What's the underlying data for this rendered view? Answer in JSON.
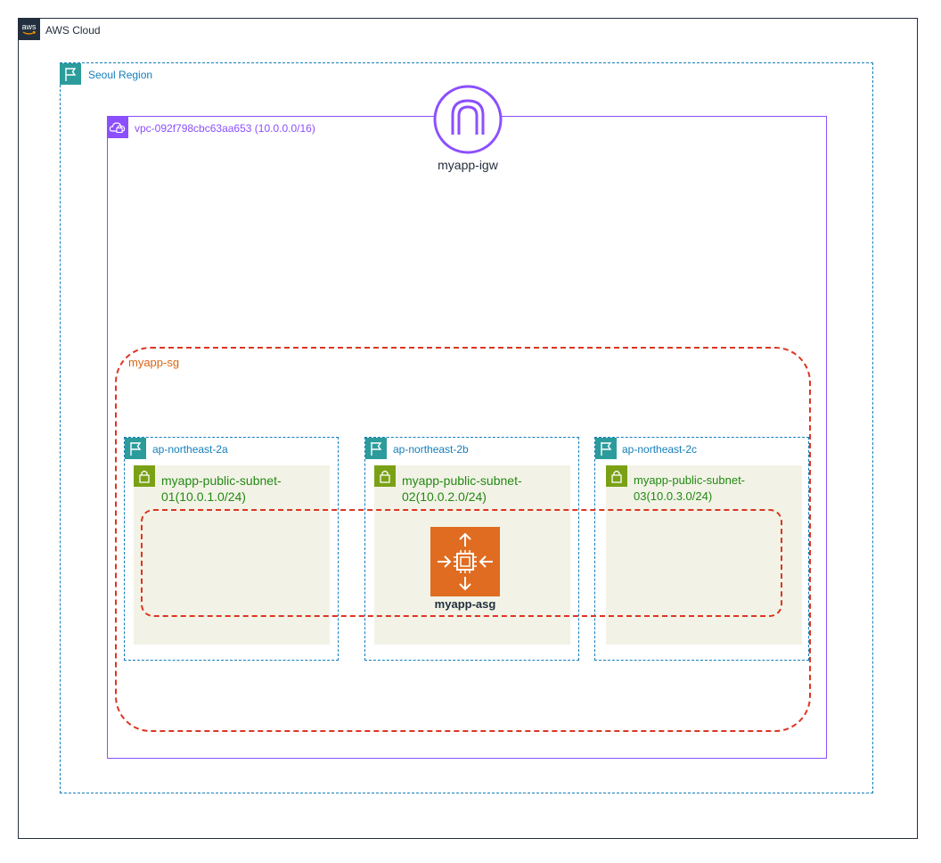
{
  "cloud": {
    "label": "AWS Cloud",
    "logo_text": "aws"
  },
  "region": {
    "label": "Seoul Region"
  },
  "vpc": {
    "label": "vpc-092f798cbc63aa653 (10.0.0.0/16)"
  },
  "igw": {
    "label": "myapp-igw"
  },
  "security_group": {
    "label": "myapp-sg"
  },
  "availability_zones": [
    {
      "label": "ap-northeast-2a"
    },
    {
      "label": "ap-northeast-2b"
    },
    {
      "label": "ap-northeast-2c"
    }
  ],
  "subnets": [
    {
      "line1": "myapp-public-subnet-",
      "line2": "01(10.0.1.0/24)"
    },
    {
      "line1": "myapp-public-subnet-",
      "line2": "02(10.0.2.0/24)"
    },
    {
      "line1": "myapp-public-subnet-",
      "line2": "03(10.0.3.0/24)"
    }
  ],
  "asg": {
    "label": "myapp-asg"
  },
  "colors": {
    "cloud_border": "#232f3e",
    "region_accent": "#147eba",
    "az_icon_bg": "#2b9c9b",
    "vpc_accent": "#8c4fff",
    "subnet_accent": "#248814",
    "subnet_fill": "#f2f3e6",
    "sg_accent": "#dd3522",
    "asg_fill": "#e06c21"
  }
}
